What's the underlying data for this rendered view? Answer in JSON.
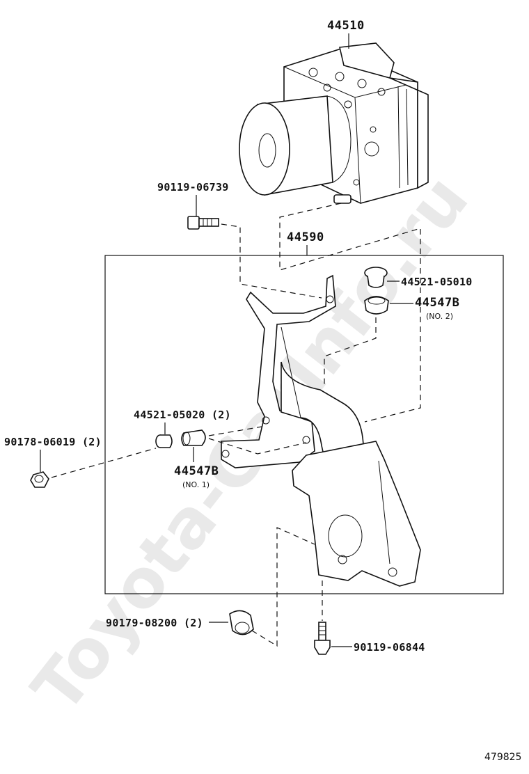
{
  "watermark": "Toyota-CarInfo.ru",
  "diagram_number": "479825",
  "parts": {
    "abs_actuator": "44510",
    "bracket_assy": "44590",
    "bolt_top": "90119-06739",
    "collar_right": "44521-05010",
    "cushion_right": "44547B",
    "cushion_right_note": "(NO. 2)",
    "collar_left": "44521-05020 (2)",
    "nut_left": "90178-06019 (2)",
    "cushion_left": "44547B",
    "cushion_left_note": "(NO. 1)",
    "nut_bottom": "90179-08200 (2)",
    "bolt_bottom": "90119-06844"
  },
  "colors": {
    "line": "#111111",
    "watermark": "#e9e9e9",
    "background": "#ffffff"
  }
}
